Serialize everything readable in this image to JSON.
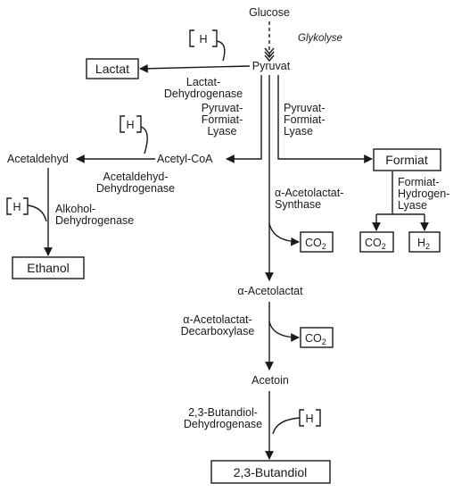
{
  "metabolites": {
    "glucose": "Glucose",
    "pyruvat": "Pyruvat",
    "lactat": "Lactat",
    "acetyl_coa": "Acetyl-CoA",
    "acetaldehyd": "Acetaldehyd",
    "ethanol": "Ethanol",
    "formiat": "Formiat",
    "acetolactat": "α-Acetolactat",
    "acetoin": "Acetoin",
    "butandiol": "2,3-Butandiol",
    "co2": "CO",
    "co2_sub": "2",
    "h2": "H",
    "h2_sub": "2",
    "h": "H"
  },
  "labels": {
    "glykolyse": "Glykolyse",
    "ldh": [
      "Lactat-",
      "Dehydrogenase"
    ],
    "pfl_left": [
      "Pyruvat-",
      "Formiat-",
      "Lyase"
    ],
    "pfl_right": [
      "Pyruvat-",
      "Formiat-",
      "Lyase"
    ],
    "acetaldehyd_dh": [
      "Acetaldehyd-",
      "Dehydrogenase"
    ],
    "alkohol_dh": [
      "Alkohol-",
      "Dehydrogenase"
    ],
    "acetolactat_synthase": [
      "α-Acetolactat-",
      "Synthase"
    ],
    "fhl": [
      "Formiat-",
      "Hydrogen-",
      "Lyase"
    ],
    "acetolactat_decarboxylase": [
      "α-Acetolactat-",
      "Decarboxylase"
    ],
    "butandiol_dh": [
      "2,3-Butandiol-",
      "Dehydrogenase"
    ]
  }
}
